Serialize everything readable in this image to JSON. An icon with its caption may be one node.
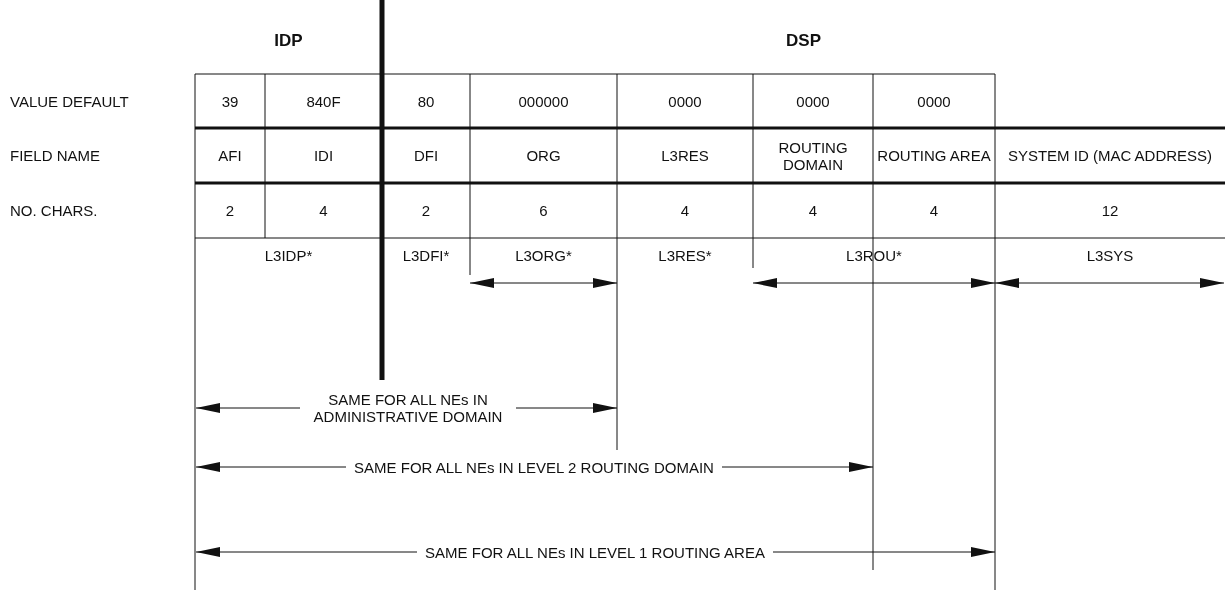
{
  "diagram": {
    "labels": [
      "IDP",
      "DSP",
      "VALUE DEFAULT",
      "39",
      "840F",
      "80",
      "000000",
      "0000",
      "0000",
      "0000",
      "FIELD NAME",
      "AFI",
      "IDI",
      "DFI",
      "ORG",
      "L3RES",
      "ROUTING DOMAIN",
      "ROUTING AREA",
      "SYSTEM ID (MAC ADDRESS)",
      "NO. CHARS.",
      "2",
      "4",
      "2",
      "6",
      "4",
      "4",
      "4",
      "12",
      "L3IDP*",
      "L3DFI*",
      "L3ORG*",
      "L3RES*",
      "L3ROU*",
      "L3SYS",
      "SAME FOR ALL NEs IN ADMINISTRATIVE DOMAIN",
      "SAME FOR ALL NEs IN LEVEL 2 ROUTING DOMAIN",
      "SAME FOR ALL NEs IN LEVEL 1 ROUTING AREA"
    ]
  }
}
